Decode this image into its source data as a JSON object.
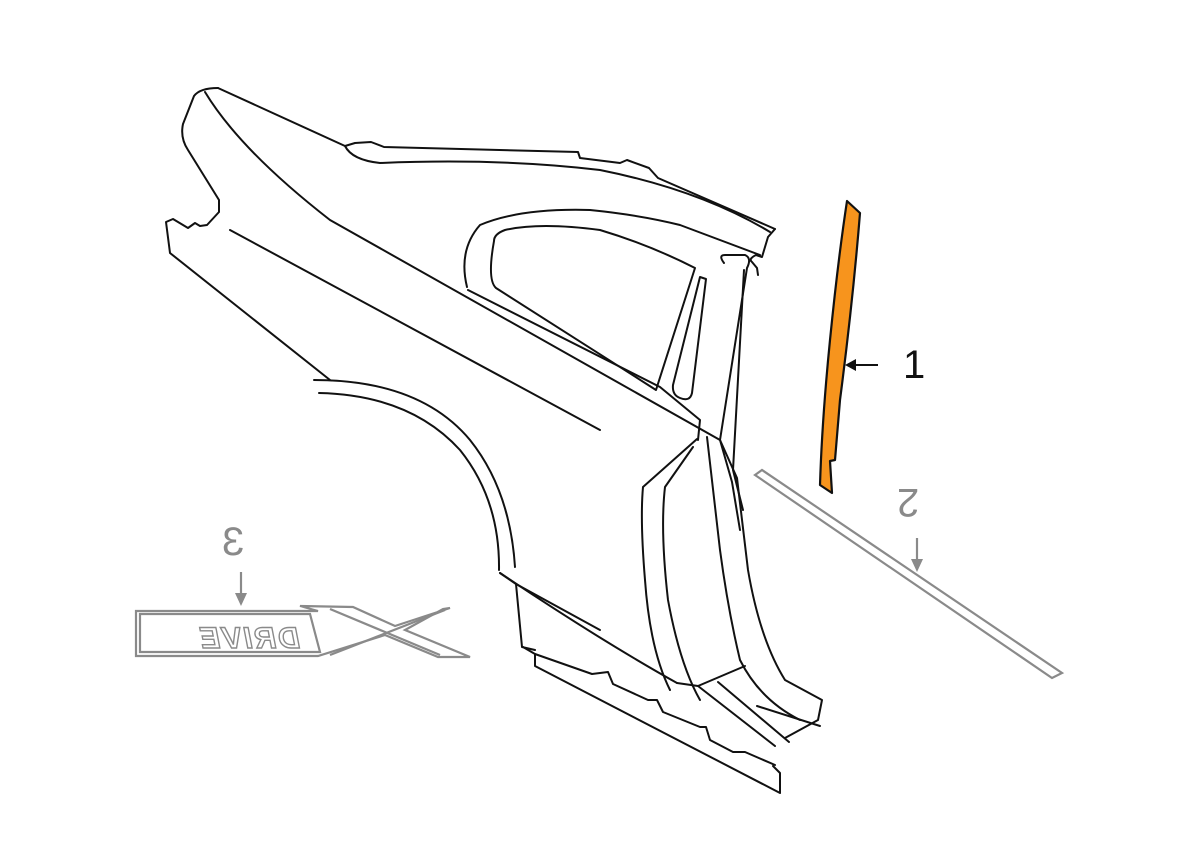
{
  "diagram": {
    "title": "Rear quarter panel exploded parts view (mirrored)",
    "orientation": "mirrored",
    "colors": {
      "line": "#111111",
      "highlight_fill": "#F7941D",
      "secondary_parts": "#8A8A8A",
      "background": "#FFFFFF"
    },
    "parts": [
      {
        "callout": "1",
        "name": "Pillar molding / trim strip",
        "highlighted": true
      },
      {
        "callout": "2",
        "name": "Rocker / side molding strip",
        "highlighted": false
      },
      {
        "callout": "3",
        "name": "xDrive emblem",
        "highlighted": false
      }
    ],
    "callouts": {
      "c1": "1",
      "c2": "2",
      "c3": "3"
    },
    "emblem": {
      "text": "DRIVE",
      "prefix": "X"
    }
  }
}
